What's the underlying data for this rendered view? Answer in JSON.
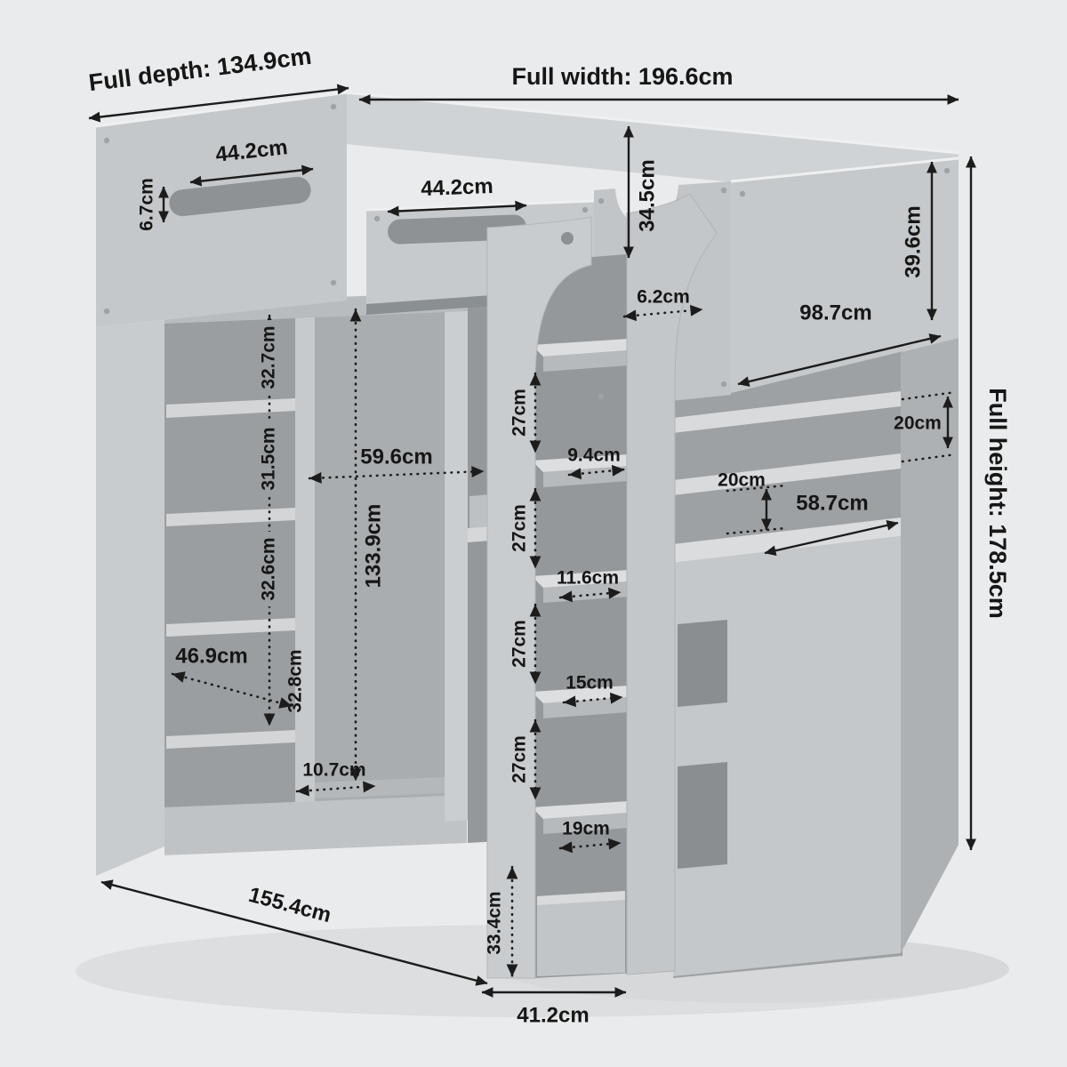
{
  "scene": {
    "background_color": "#eaebec",
    "furniture_color": "#c5c8ca",
    "interior_color": "#94989a",
    "wood_color": "#d9b685",
    "dimension_line_color": "#1c1c1c",
    "illustration": "grey high-sleeper loft bed with wardrobe, shelves, desk and storage steps"
  },
  "dimensions": {
    "full_depth": "Full depth: 134.9cm",
    "full_width": "Full width: 196.6cm",
    "full_height": "Full height: 178.5cm",
    "side_cutout_width": "44.2cm",
    "front_cutout_width": "44.2cm",
    "cutout_height": "6.7cm",
    "rail_to_base_depth": "34.5cm",
    "rail_height": "39.6cm",
    "right_panel_depth": "98.7cm",
    "shelf_gap_1": "32.7cm",
    "shelf_gap_2": "31.5cm",
    "shelf_gap_3": "32.6cm",
    "shelf_gap_4": "32.8cm",
    "shelf_diagonal": "46.9cm",
    "wardrobe_inner_width": "59.6cm",
    "wardrobe_inner_height": "133.9cm",
    "plinth_height": "10.7cm",
    "step_gap_1": "27cm",
    "step_gap_2": "27cm",
    "step_gap_3": "27cm",
    "step_gap_4": "27cm",
    "top_step_depth": "9.4cm",
    "slat_spacing": "6.2cm",
    "desk_gap": "11.6cm",
    "cubby_gap_small": "15cm",
    "cubby_gap_large": "19cm",
    "bottom_step_height": "33.4cm",
    "ladder_base_width": "41.2cm",
    "floor_depth": "155.4cm",
    "desk_width": "58.7cm",
    "right_shelf_gap_outer": "20cm",
    "right_shelf_gap_inner": "20cm"
  }
}
